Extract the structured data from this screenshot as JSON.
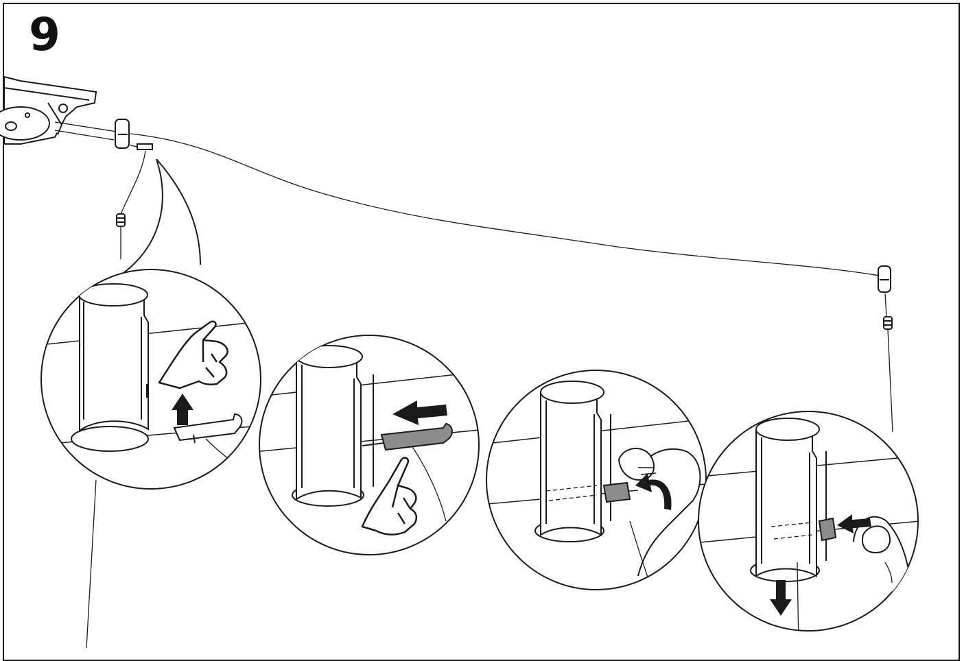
{
  "step": {
    "number": "9"
  },
  "colors": {
    "ink": "#1a1a1a",
    "part_grey": "#8c8c8c",
    "dark_grey": "#6e6e6e",
    "paper": "#ffffff"
  },
  "panels": [
    {
      "name": "detail-lift-cap",
      "arrow": "up"
    },
    {
      "name": "detail-slide-cap-left",
      "arrow": "left"
    },
    {
      "name": "detail-rotate-cap",
      "arrow": "curved"
    },
    {
      "name": "detail-press-cap-pull-down",
      "arrow": "left-and-down"
    }
  ]
}
